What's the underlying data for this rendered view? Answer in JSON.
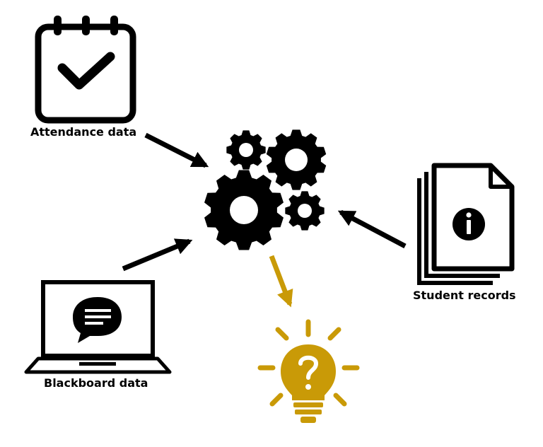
{
  "nodes": {
    "attendance": {
      "label": "Attendance data",
      "icon": "calendar-check-icon"
    },
    "blackboard": {
      "label": "Blackboard data",
      "icon": "laptop-chat-icon"
    },
    "student": {
      "label": "Student records",
      "icon": "document-stack-info-icon"
    },
    "process": {
      "icon": "gears-icon"
    },
    "insight": {
      "icon": "lightbulb-question-icon"
    }
  },
  "colors": {
    "ink": "#000000",
    "accent": "#C99A07",
    "background": "#FFFFFF"
  }
}
